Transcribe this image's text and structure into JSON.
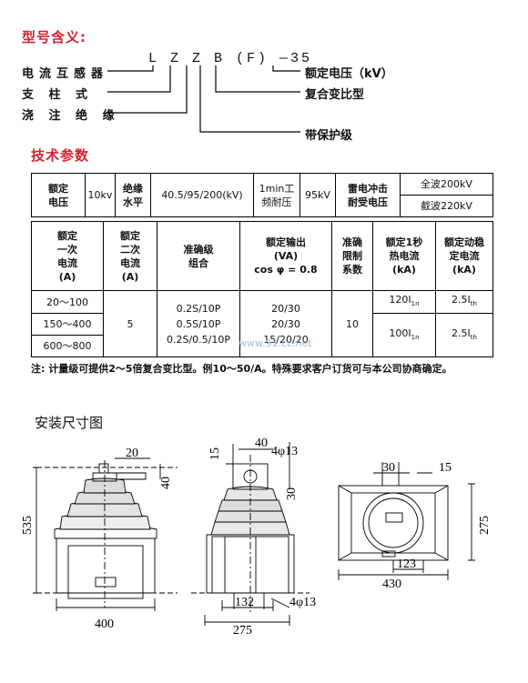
{
  "model": {
    "heading": "型号含义:",
    "code_letters": "L Z Z B (F) —35",
    "left_labels": [
      "电流互感器",
      "支 柱 式",
      "浇 注 绝 缘"
    ],
    "right_labels": [
      "额定电压（kV）",
      "复合变比型"
    ],
    "bottom_label": "带保护级"
  },
  "tech": {
    "heading": "技术参数",
    "top_row": {
      "rated_voltage_label": "额定\n电压",
      "rated_voltage": "10kv",
      "insulation_label": "绝缘\n水平",
      "insulation_value": "40.5/95/200(kV)",
      "power_freq_label": "1min工\n频耐压",
      "power_freq_value": "95kV",
      "impulse_label": "雷电冲击\n耐受电压",
      "impulse_full": "全波200kV",
      "impulse_chopped": "截波220kV"
    },
    "headers": [
      "额定\n一次\n电流\n(A)",
      "额定\n二次\n电流\n(A)",
      "准确级\n组合",
      "额定输出\n(VA)\ncos φ = 0.8",
      "准确\n限制\n系数",
      "额定1秒\n热电流\n(kA)",
      "额定动稳\n定电流\n(kA)"
    ],
    "primary_currents": [
      "20～100",
      "150～400",
      "600～800"
    ],
    "secondary_current": "5",
    "accuracy": [
      "0.2S/10P",
      "0.5S/10P",
      "0.2S/0.5/10P"
    ],
    "output": [
      "20/30",
      "20/30",
      "15/20/20"
    ],
    "alf": "10",
    "thermal": [
      "120I",
      "100I"
    ],
    "thermal_sub": "1n",
    "dynamic": [
      "2.5I",
      "2.5I"
    ],
    "dynamic_sub": "th",
    "watermark": "www.91.cc.net",
    "note": "注: 计量级可提供2～5倍复合变比型。例10～50/A。特殊要求客户订货可与本公司协商确定。"
  },
  "drawing": {
    "title": "安装尺寸图",
    "front": {
      "d20": "20",
      "d40": "40",
      "d535": "535",
      "d400": "400"
    },
    "side": {
      "d15": "15",
      "d40": "40",
      "hole_top": "4φ13",
      "d30": "30",
      "d132": "132",
      "d275": "275",
      "hole_bottom": "4φ13"
    },
    "top": {
      "d30": "30",
      "d15": "15",
      "d275": "275",
      "d123": "123",
      "d430": "430"
    }
  }
}
